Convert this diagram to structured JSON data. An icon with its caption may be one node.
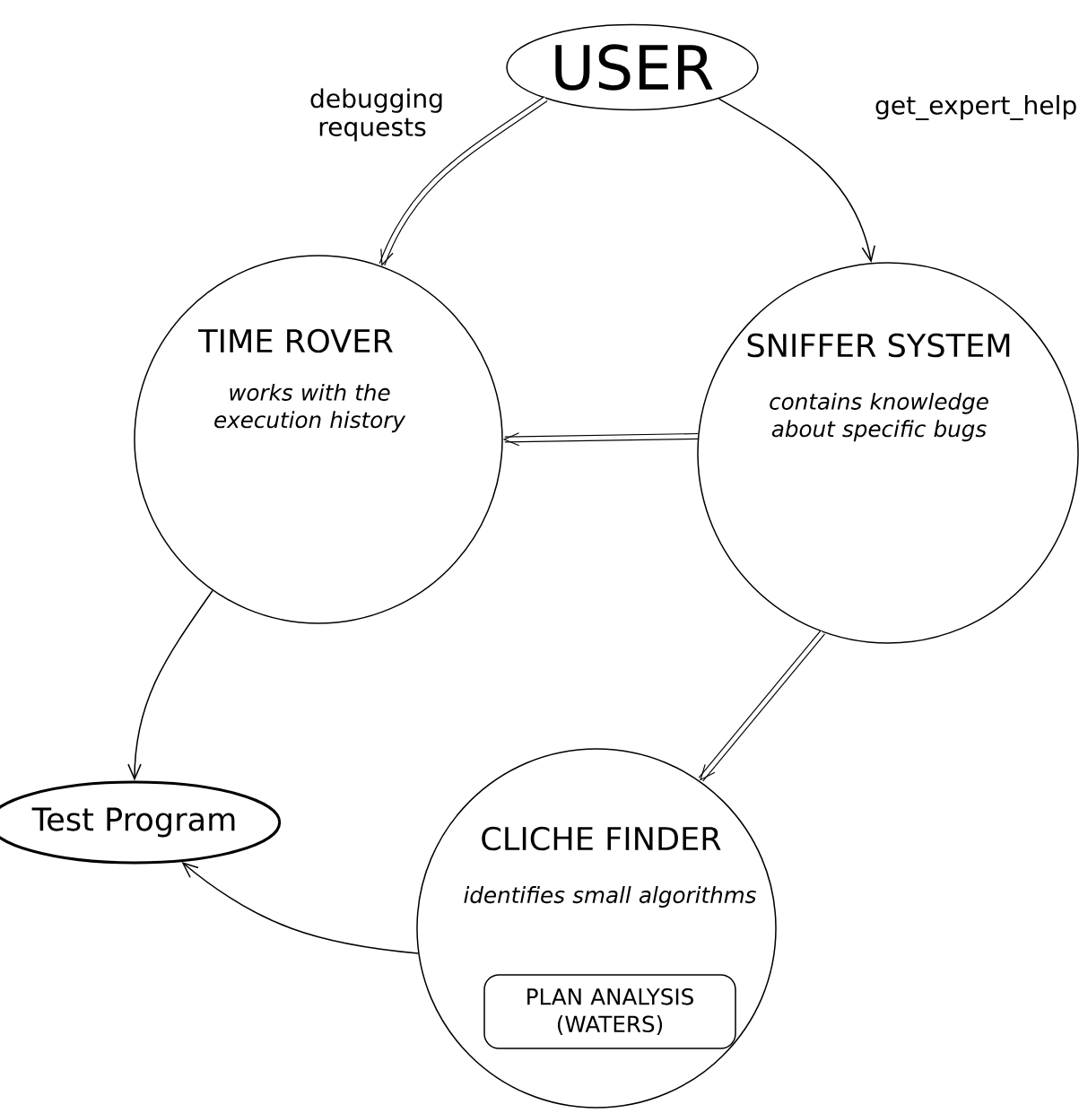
{
  "diagram": {
    "nodes": [
      {
        "text": [
          "USER"
        ]
      },
      {
        "text": [
          "TIME ROVER",
          "works with the execution history"
        ]
      },
      {
        "text": [
          "SNIFFER SYSTEM",
          "contains knowledge about specific bugs"
        ]
      },
      {
        "text": [
          "Test Program"
        ]
      },
      {
        "text": [
          "CLICHE FINDER",
          "identifies small algorithms"
        ]
      },
      {
        "text": [
          "PLAN ANALYSIS (WATERS)"
        ],
        "in": 4
      }
    ],
    "edges": [
      {
        "from": 0,
        "to": 1,
        "arrow": "to",
        "label": "debugging requests",
        "style": "thick"
      },
      {
        "from": 0,
        "to": 2,
        "arrow": "to",
        "label": "get_expert_help"
      },
      {
        "from": 2,
        "to": 1,
        "arrow": "to",
        "style": "thick"
      },
      {
        "from": 2,
        "to": 4,
        "arrow": "to",
        "style": "thick"
      },
      {
        "from": 1,
        "to": 3,
        "arrow": "to"
      },
      {
        "from": 4,
        "to": 3,
        "arrow": "to"
      }
    ]
  }
}
